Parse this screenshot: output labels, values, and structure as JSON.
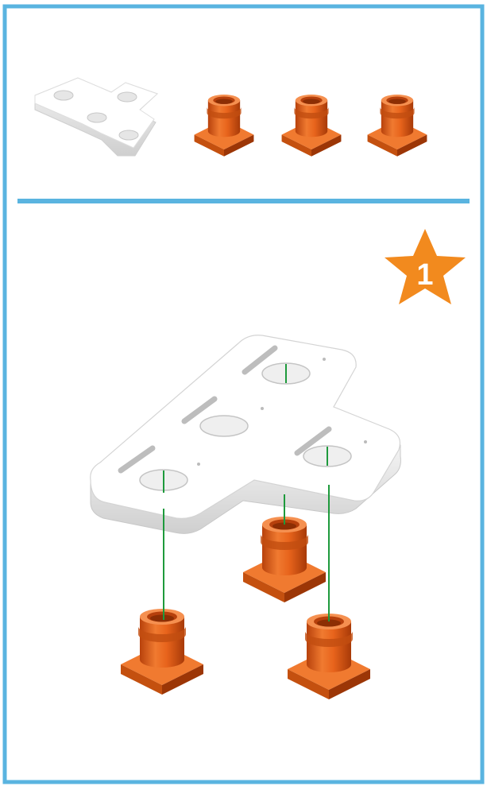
{
  "colors": {
    "frame": "#5ab4e0",
    "star": "#f28a1e",
    "plate": "#ffffff",
    "peg": "#e8641c",
    "guide": "#1e9a3c"
  },
  "parts_list": {
    "items": [
      {
        "part": "t-plate",
        "quantity": 1
      },
      {
        "part": "peg",
        "quantity": 3
      }
    ]
  },
  "step": {
    "number": "1"
  }
}
